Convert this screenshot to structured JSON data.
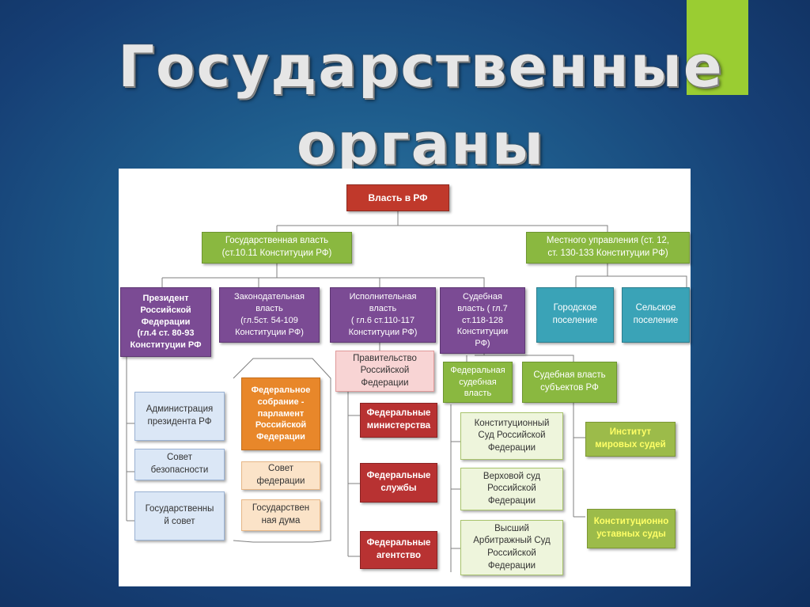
{
  "slide": {
    "title_line1": "Государственные",
    "title_line2": "органы"
  },
  "diagram": {
    "root": "Власть в РФ",
    "state_power": "Государственная власть\n(ст.10.11 Конституции РФ)",
    "local_government": "Местного управления (ст. 12,\nст. 130-133 Конституции РФ)",
    "president": "Президент\nРоссийской\nФедерации\n(гл.4 ст. 80-93\nКонституции РФ",
    "legislative": "Законодательная\nвласть\n(гл.5ст. 54-109\nКонституции РФ)",
    "executive": "Исполнительная\nвласть\n( гл.6 ст.110-117\nКонституции РФ)",
    "judicial": "Судебная\nвласть ( гл.7\nст.118-128\nКонституции\nРФ)",
    "city_settlement": "Городское\nпоселение",
    "rural_settlement": "Сельское\nпоселение",
    "presidential_administration": "Администрация\nпрезидента РФ",
    "security_council": "Совет\nбезопасности",
    "state_council": "Государственны\nй совет",
    "federal_assembly": "Федеральное\nсобрание -\nпарламент\nРоссийской\nФедерации",
    "federation_council": "Совет\nфедерации",
    "state_duma": "Государствен\nная дума",
    "government": "Правительство\nРоссийской\nФедерации",
    "federal_ministries": "Федеральные\nминистерства",
    "federal_services": "Федеральные\nслужбы",
    "federal_agencies": "Федеральные\nагентство",
    "federal_judicial": "Федеральная\nсудебная\nвласть",
    "regional_judicial": "Судебная власть\nсубъектов РФ",
    "constitutional_court": "Конституционный\nСуд Российской\nФедерации",
    "supreme_court": "Верховой суд\nРоссийской\nФедерации",
    "arbitration_court": "Высший\nАрбитражный Суд\nРоссийской\nФедерации",
    "justices_of_peace": "Институт\nмировых судей",
    "charter_courts": "Конституционно\nуставных суды"
  },
  "colors": {
    "accent": "#9acd32",
    "root": "#c0392b",
    "level2": "#8ab840",
    "branches": "#7b4b94",
    "local": "#3aa3b7"
  }
}
